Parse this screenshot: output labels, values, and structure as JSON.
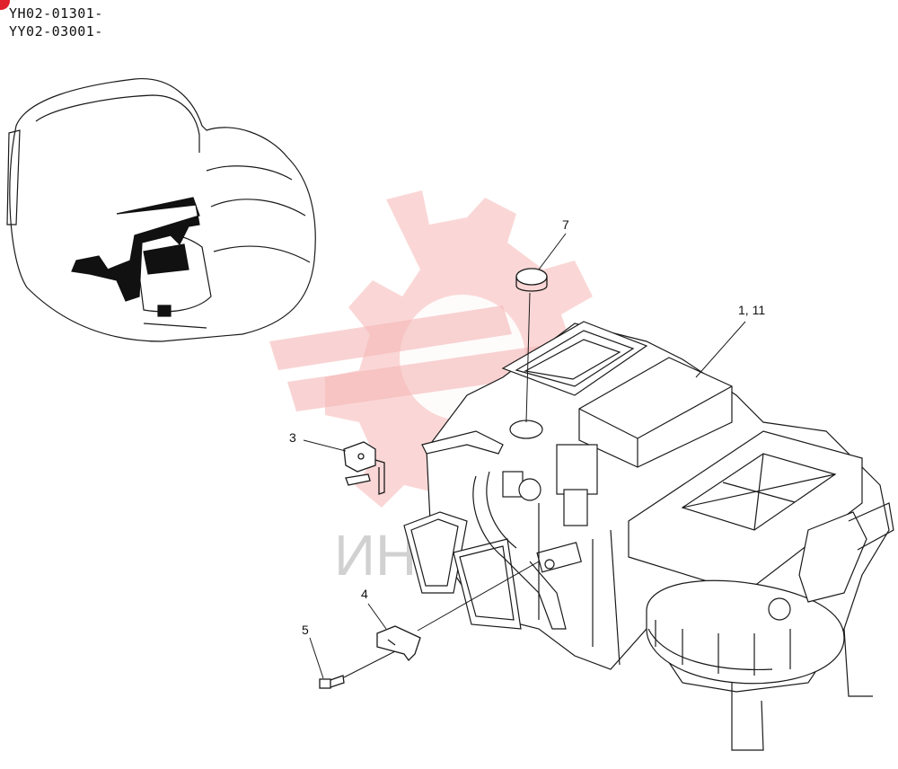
{
  "header": {
    "serials": [
      "YH02-01301-",
      "YY02-03001-"
    ]
  },
  "watermark": {
    "text": "ИНЛ",
    "logo_color": "#f4a9a8",
    "text_color": "#c9c9c9"
  },
  "callouts": [
    {
      "label": "7"
    },
    {
      "label": "1, 11"
    },
    {
      "label": "3"
    },
    {
      "label": "4"
    },
    {
      "label": "5"
    }
  ],
  "colors": {
    "line": "#1a1a1a",
    "fill_dark": "#111111",
    "corner_dot": "#e0202c"
  },
  "icons": {
    "locator": "cab-locator-icon",
    "part": "air-conditioner-unit-icon"
  }
}
